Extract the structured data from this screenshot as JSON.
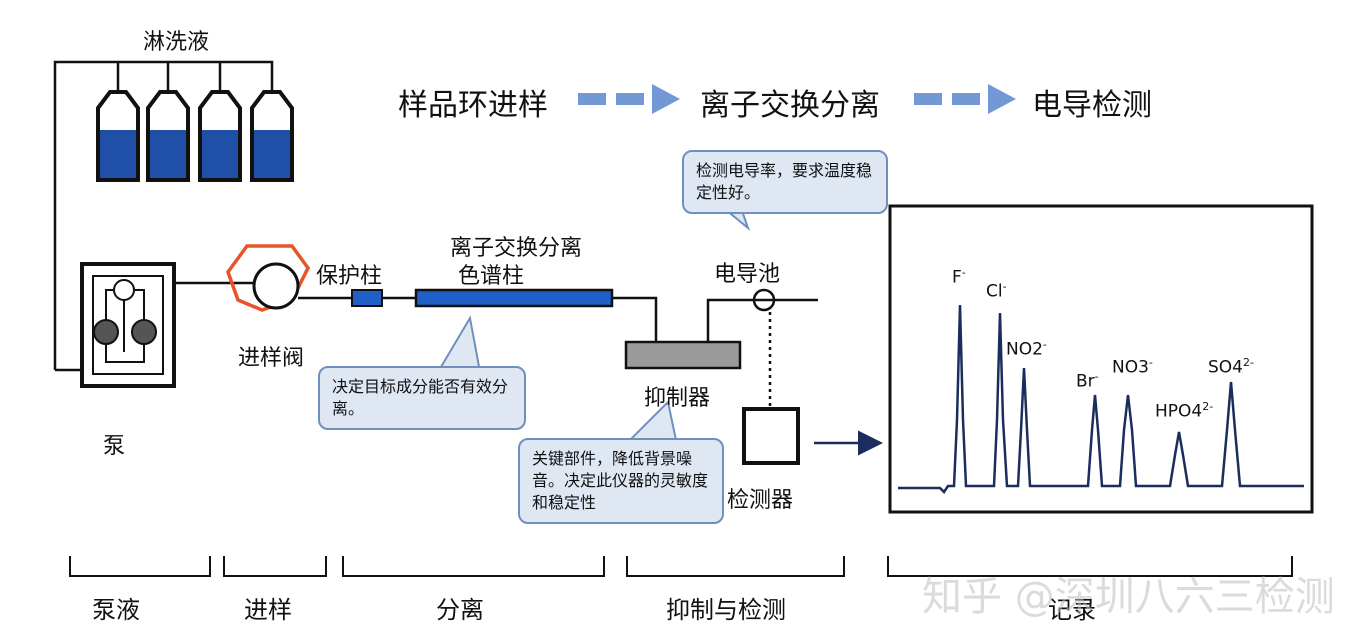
{
  "eluent_label": "淋洗液",
  "flow": {
    "step1": "样品环进样",
    "step2": "离子交换分离",
    "step3": "电导检测"
  },
  "components": {
    "guard_column": "保护柱",
    "separation_column_line1": "离子交换分离",
    "separation_column_line2": "色谱柱",
    "injection_valve": "进样阀",
    "pump": "泵",
    "conductivity_cell": "电导池",
    "suppressor": "抑制器",
    "detector": "检测器"
  },
  "callouts": {
    "conductivity": "检测电导率，要求温度稳定性好。",
    "column": "决定目标成分能否有效分离。",
    "suppressor": "关键部件，降低背景噪音。决定此仪器的灵敏度和稳定性"
  },
  "chromatogram": {
    "peaks": [
      {
        "ion": "F",
        "charge": "-"
      },
      {
        "ion": "Cl",
        "charge": "-"
      },
      {
        "ion": "NO2",
        "charge": "-"
      },
      {
        "ion": "Br",
        "charge": "-"
      },
      {
        "ion": "NO3",
        "charge": "-"
      },
      {
        "ion": "HPO4",
        "charge": "2-"
      },
      {
        "ion": "SO4",
        "charge": "2-"
      }
    ]
  },
  "stages": {
    "pumping": "泵液",
    "injection": "进样",
    "separation": "分离",
    "suppress_detect": "抑制与检测",
    "record": "记录"
  },
  "watermark": "知乎 @深圳八六三检测",
  "colors": {
    "eluent": "#1f4fa6",
    "column": "#1f5fc8",
    "trace": "#1a2d5c",
    "valve": "#e8532a",
    "callout_bg": "#dfe7f3",
    "callout_border": "#6f8fbe"
  }
}
